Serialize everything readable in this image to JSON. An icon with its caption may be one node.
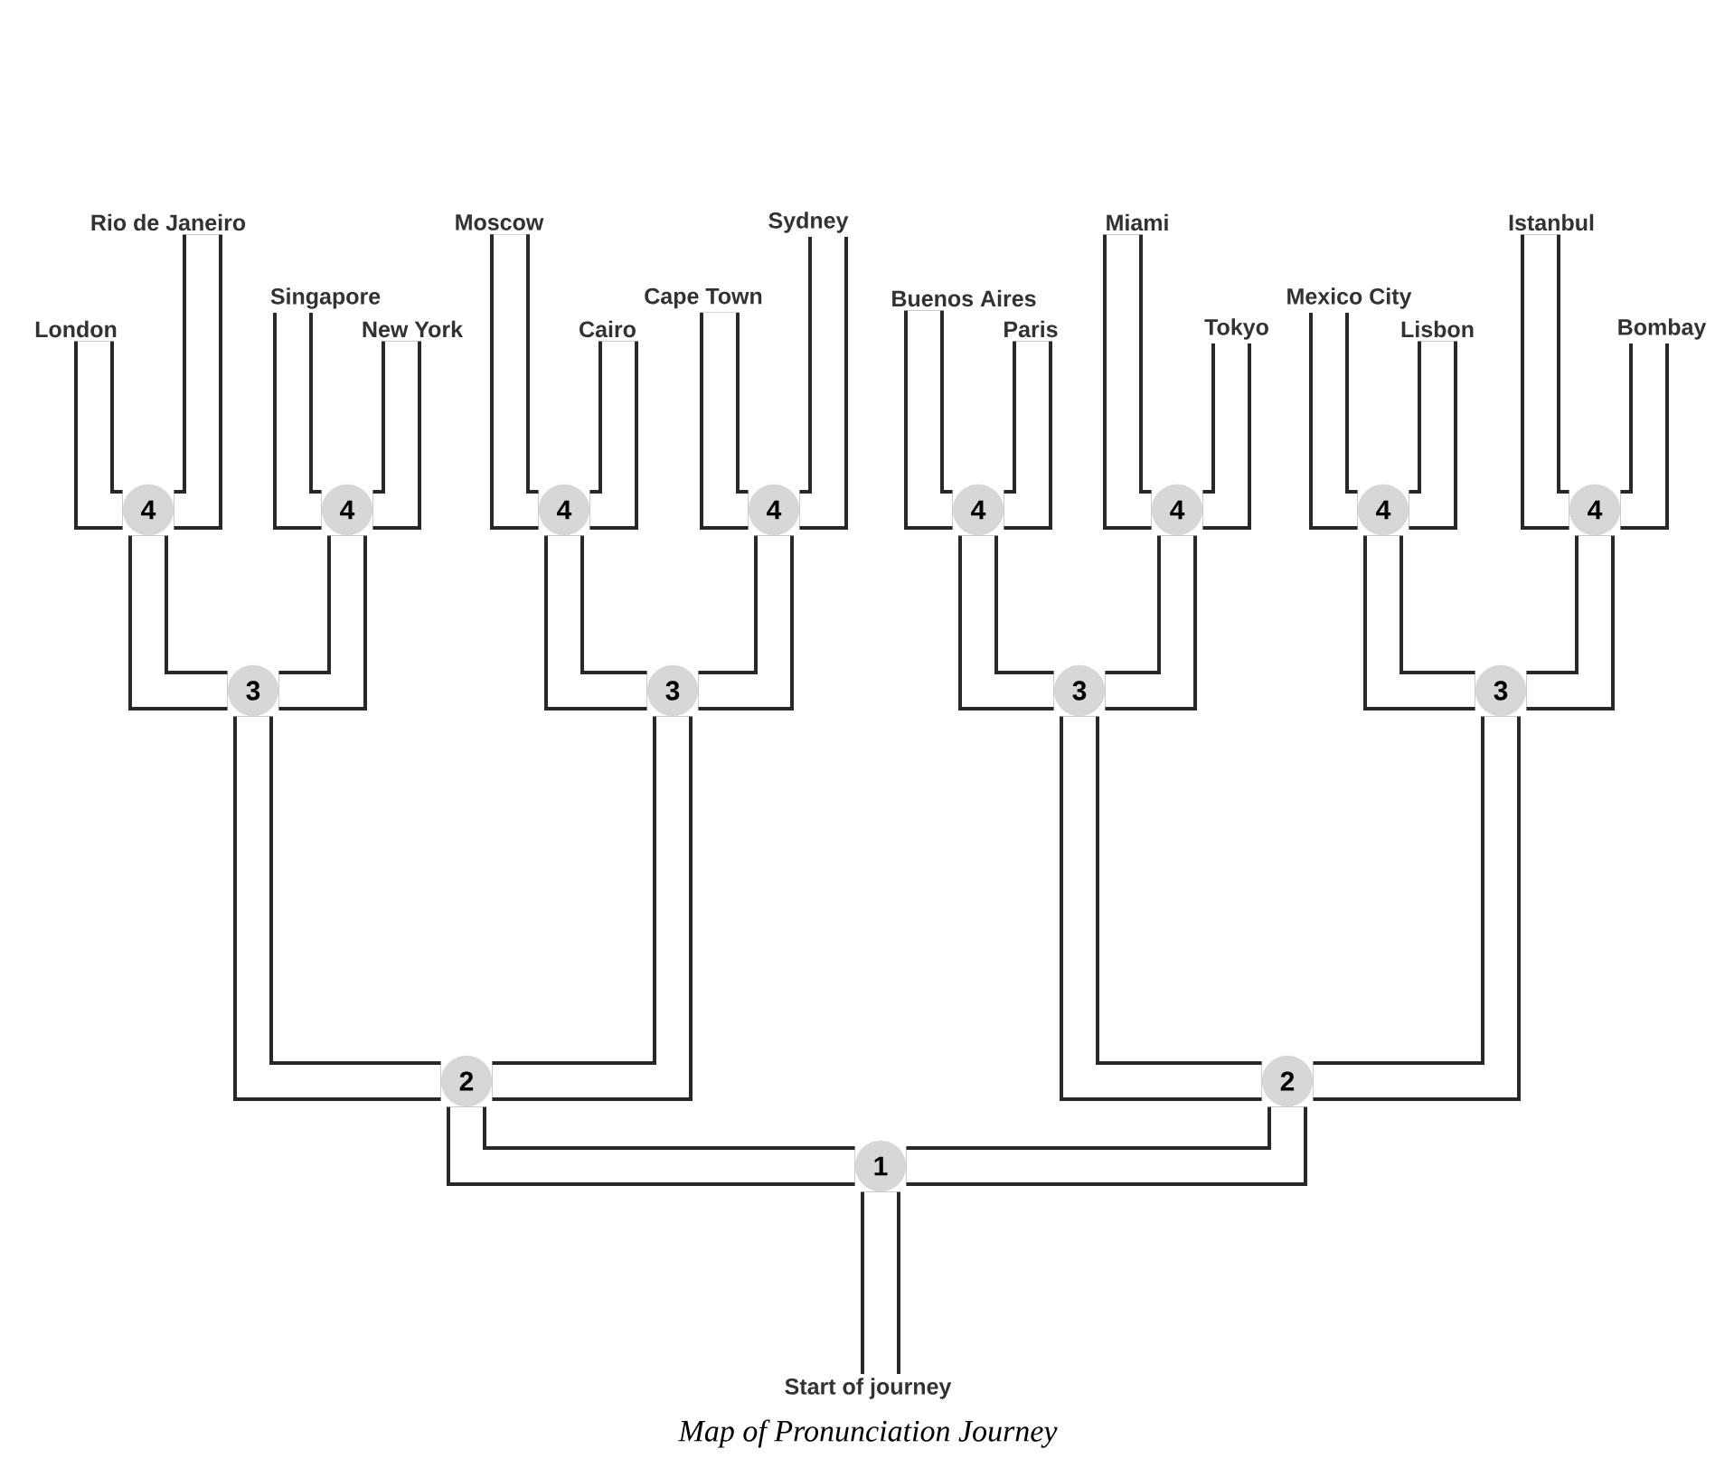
{
  "diagram": {
    "caption": "Map of Pronunciation Journey",
    "nodes": [
      {
        "text": [
          "1"
        ]
      },
      {
        "text": [
          "2"
        ]
      },
      {
        "text": [
          "2"
        ]
      },
      {
        "text": [
          "3"
        ]
      },
      {
        "text": [
          "3"
        ]
      },
      {
        "text": [
          "3"
        ]
      },
      {
        "text": [
          "3"
        ]
      },
      {
        "text": [
          "4"
        ]
      },
      {
        "text": [
          "4"
        ]
      },
      {
        "text": [
          "4"
        ]
      },
      {
        "text": [
          "4"
        ]
      },
      {
        "text": [
          "4"
        ]
      },
      {
        "text": [
          "4"
        ]
      },
      {
        "text": [
          "4"
        ]
      },
      {
        "text": [
          "4"
        ]
      },
      {
        "text": [
          "London"
        ]
      },
      {
        "text": [
          "Rio de Janeiro"
        ]
      },
      {
        "text": [
          "Singapore"
        ]
      },
      {
        "text": [
          "New York"
        ]
      },
      {
        "text": [
          "Moscow"
        ]
      },
      {
        "text": [
          "Cairo"
        ]
      },
      {
        "text": [
          "Cape Town"
        ]
      },
      {
        "text": [
          "Sydney"
        ]
      },
      {
        "text": [
          "Buenos Aires"
        ]
      },
      {
        "text": [
          "Paris"
        ]
      },
      {
        "text": [
          "Miami"
        ]
      },
      {
        "text": [
          "Tokyo"
        ]
      },
      {
        "text": [
          "Mexico City"
        ]
      },
      {
        "text": [
          "Lisbon"
        ]
      },
      {
        "text": [
          "Istanbul"
        ]
      },
      {
        "text": [
          "Bombay"
        ]
      },
      {
        "text": [
          "Start of journey"
        ]
      }
    ],
    "edges": [
      {
        "from": 31,
        "to": 0,
        "arrow": "none"
      },
      {
        "from": 0,
        "to": 1,
        "arrow": "none"
      },
      {
        "from": 0,
        "to": 2,
        "arrow": "none"
      },
      {
        "from": 1,
        "to": 3,
        "arrow": "none"
      },
      {
        "from": 1,
        "to": 4,
        "arrow": "none"
      },
      {
        "from": 2,
        "to": 5,
        "arrow": "none"
      },
      {
        "from": 2,
        "to": 6,
        "arrow": "none"
      },
      {
        "from": 3,
        "to": 7,
        "arrow": "none"
      },
      {
        "from": 3,
        "to": 8,
        "arrow": "none"
      },
      {
        "from": 4,
        "to": 9,
        "arrow": "none"
      },
      {
        "from": 4,
        "to": 10,
        "arrow": "none"
      },
      {
        "from": 5,
        "to": 11,
        "arrow": "none"
      },
      {
        "from": 5,
        "to": 12,
        "arrow": "none"
      },
      {
        "from": 6,
        "to": 13,
        "arrow": "none"
      },
      {
        "from": 6,
        "to": 14,
        "arrow": "none"
      },
      {
        "from": 7,
        "to": 15,
        "arrow": "none"
      },
      {
        "from": 7,
        "to": 16,
        "arrow": "none"
      },
      {
        "from": 8,
        "to": 17,
        "arrow": "none"
      },
      {
        "from": 8,
        "to": 18,
        "arrow": "none"
      },
      {
        "from": 9,
        "to": 19,
        "arrow": "none"
      },
      {
        "from": 9,
        "to": 20,
        "arrow": "none"
      },
      {
        "from": 10,
        "to": 21,
        "arrow": "none"
      },
      {
        "from": 10,
        "to": 22,
        "arrow": "none"
      },
      {
        "from": 11,
        "to": 23,
        "arrow": "none"
      },
      {
        "from": 11,
        "to": 24,
        "arrow": "none"
      },
      {
        "from": 12,
        "to": 25,
        "arrow": "none"
      },
      {
        "from": 12,
        "to": 26,
        "arrow": "none"
      },
      {
        "from": 13,
        "to": 27,
        "arrow": "none"
      },
      {
        "from": 13,
        "to": 28,
        "arrow": "none"
      },
      {
        "from": 14,
        "to": 29,
        "arrow": "none"
      },
      {
        "from": 14,
        "to": 30,
        "arrow": "none"
      }
    ]
  }
}
